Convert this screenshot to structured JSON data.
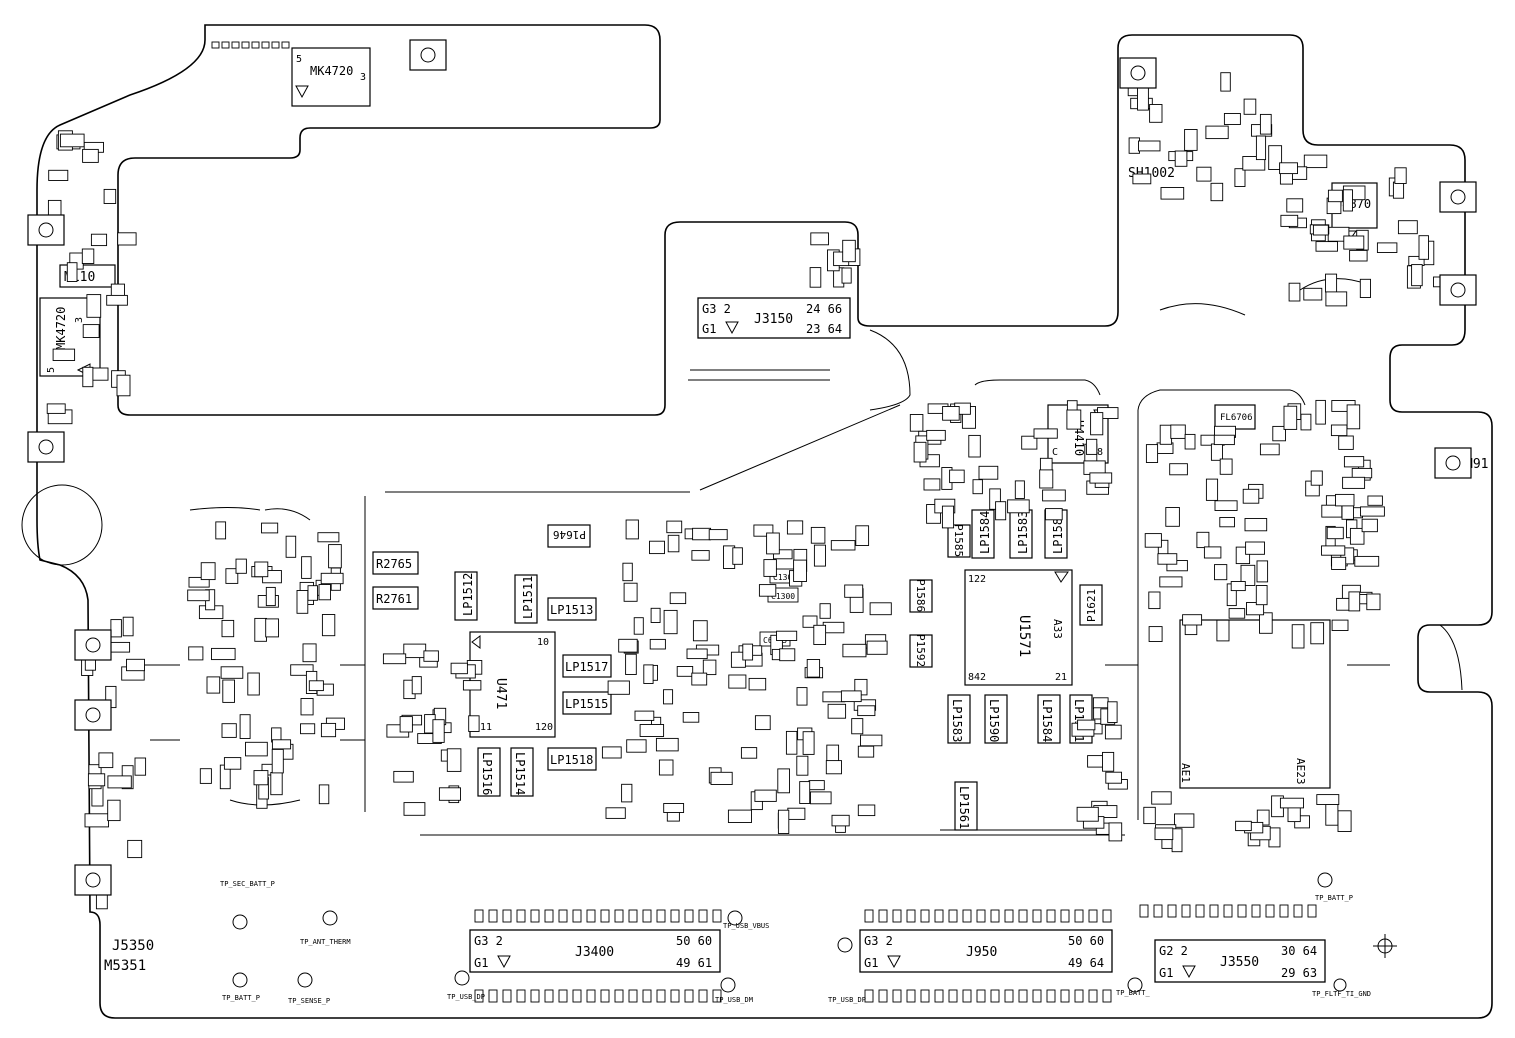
{
  "board_title": "",
  "connectors": [
    {
      "id": "J3150",
      "tl": "G3",
      "tl2": "2",
      "bl": "G1",
      "tr": "24 66",
      "br": "23 64"
    },
    {
      "id": "J3400",
      "tl": "G3",
      "tl2": "2",
      "bl": "G1",
      "tr": "50 60",
      "br": "49 61"
    },
    {
      "id": "J950",
      "tl": "G3",
      "tl2": "2",
      "bl": "G1",
      "tr": "50 60",
      "br": "49 64"
    },
    {
      "id": "J3550",
      "tl": "G2",
      "tl2": "2",
      "bl": "G1",
      "tr": "30 64",
      "br": "29 63"
    }
  ],
  "ics": [
    {
      "id": "U471",
      "corner_tr": "10",
      "corner_bl": "111",
      "corner_br": "120"
    },
    {
      "id": "U1571",
      "corner_tr": "A33",
      "corner_tl": "122",
      "corner_bl": "842",
      "corner_br": "21"
    },
    {
      "id": "U4870"
    },
    {
      "id": "U4410",
      "pin_top": "C",
      "pin_bottom": "8"
    },
    {
      "id": "BGA",
      "corner_bl": "AE1",
      "corner_br": "AE23"
    }
  ],
  "modules": [
    {
      "id": "MK4720",
      "sub": "3",
      "pin": "5"
    },
    {
      "id": "MK4720",
      "sub": "3",
      "pin": "5"
    }
  ],
  "labels": {
    "m110": "M110",
    "sh1002": "SH1002",
    "m91": "M91",
    "j5350": "J5350",
    "m5351": "M5351",
    "fl6706": "FL6706",
    "lp1513": "LP1513",
    "lp1517": "LP1517",
    "lp1515": "LP1515",
    "lp1518": "LP1518",
    "lp1512": "LP1512",
    "lp1511": "LP1511",
    "lp1514": "LP1514",
    "lp1516": "LP1516",
    "lp1584": "LP1584",
    "lp1583": "LP1583",
    "lp1582": "LP1582",
    "lp1581": "LP1581",
    "lp1590": "LP1590",
    "lp1561": "LP1561",
    "r2765": "R2765",
    "r2761": "R2761",
    "p1646": "P1646",
    "p1585": "P1585",
    "p1586": "P1586",
    "p1592": "P1592",
    "p1621": "P1621",
    "c1300": "C1300",
    "c1302": "C1302",
    "c6615": "C6615"
  },
  "test_points": {
    "tp_sec_batt": "TP_SEC_BATT_P",
    "tp_batt_left": "TP_BATT_P",
    "tp_sense": "TP_SENSE_P",
    "tp_ant_therm": "TP_ANT_THERM",
    "tp_usb_left": "TP_USB_DP",
    "tp_usb_dm": "TP_USB_DM",
    "tp_usb_vbus": "TP_USB_VBUS",
    "tp_usb_dp2": "TP_USB_DP",
    "tp_batt_mid": "TP_BATT_",
    "tp_batt_right": "TP_BATT_P",
    "tp_gnd": "TP_FLTF_TI_GND"
  }
}
